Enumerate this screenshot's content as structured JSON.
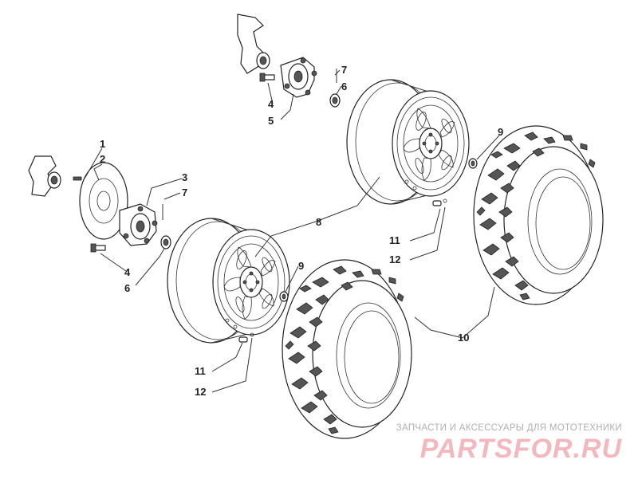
{
  "callouts": [
    {
      "id": "c1",
      "text": "1"
    },
    {
      "id": "c2",
      "text": "2"
    },
    {
      "id": "c3",
      "text": "3"
    },
    {
      "id": "c7a",
      "text": "7"
    },
    {
      "id": "c4a",
      "text": "4"
    },
    {
      "id": "c6a",
      "text": "6"
    },
    {
      "id": "c7b",
      "text": "7"
    },
    {
      "id": "c6b",
      "text": "6"
    },
    {
      "id": "c4b",
      "text": "4"
    },
    {
      "id": "c5",
      "text": "5"
    },
    {
      "id": "c8",
      "text": "8"
    },
    {
      "id": "c9a",
      "text": "9"
    },
    {
      "id": "c9b",
      "text": "9"
    },
    {
      "id": "c10",
      "text": "10"
    },
    {
      "id": "c11a",
      "text": "11"
    },
    {
      "id": "c12a",
      "text": "12"
    },
    {
      "id": "c11b",
      "text": "11"
    },
    {
      "id": "c12b",
      "text": "12"
    }
  ],
  "watermark": {
    "tagline": "ЗАПЧАСТИ И АКСЕССУАРЫ ДЛЯ МОТОТЕХНИКИ",
    "logo": "PARTSFOR.RU",
    "colors": {
      "logo": "#f2b8bd",
      "tagline": "#b0b0b0"
    }
  }
}
